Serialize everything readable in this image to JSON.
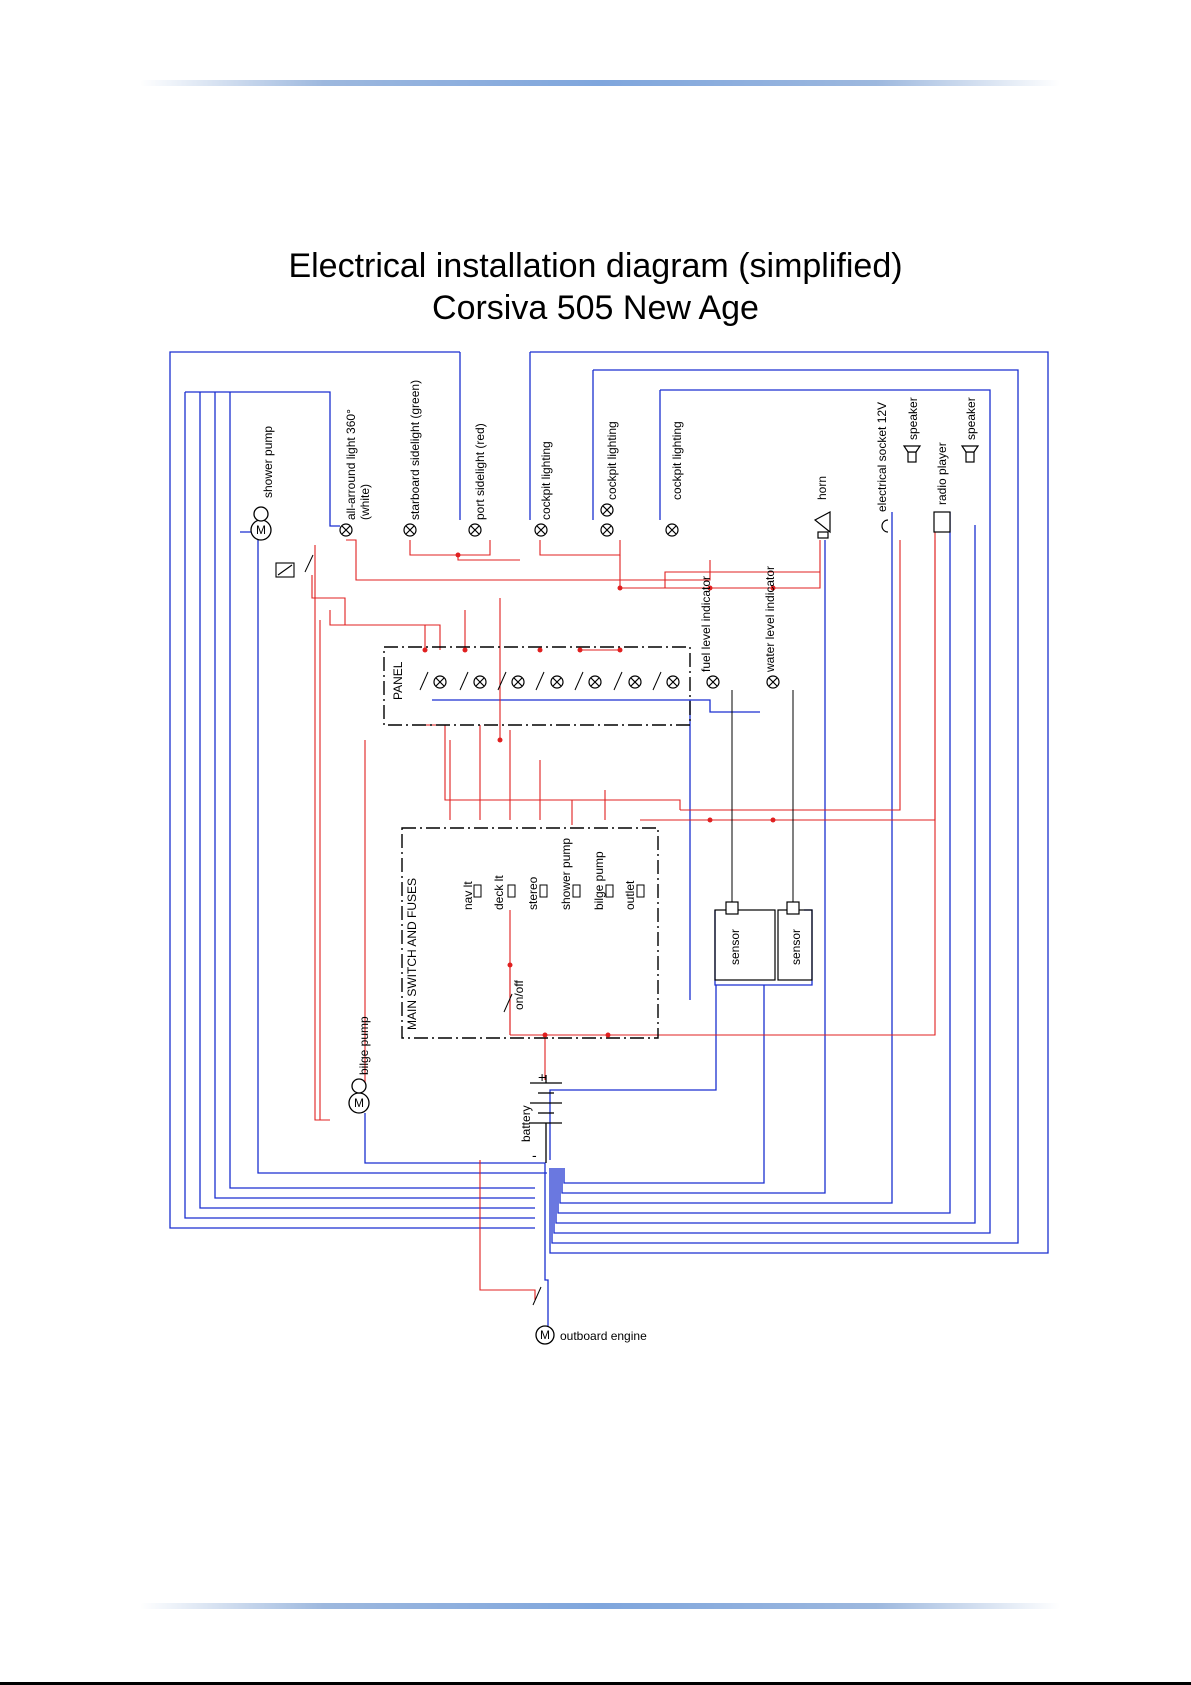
{
  "title": {
    "line1": "Electrical installation diagram (simplified)",
    "line2": "Corsiva 505 New Age"
  },
  "colors": {
    "positive": "#e02020",
    "negative": "#1a2fd0",
    "ground": "#2020c0",
    "neutral": "#000000",
    "frame": "#000000",
    "accent_rule": "#7fa6dd"
  },
  "components": {
    "all_round_light": "all-arround light 360°",
    "all_round_light_note": "(white)",
    "starboard_sidelight": "starboard sidelight (green)",
    "port_sidelight": "port sidelight (red)",
    "cockpit_lighting_1": "cockpit lighting",
    "cockpit_lighting_2": "cockpit lighting",
    "cockpit_lighting_3": "cockpit lighting",
    "horn": "horn",
    "electrical_socket": "electrical socket 12V",
    "speaker_left": "speaker",
    "radio_player": "radio player",
    "speaker_right": "speaker",
    "shower_pump": "shower pump",
    "panel": "PANEL",
    "fuel_level_indicator": "fuel level indicator",
    "water_level_indicator": "water level indicator",
    "main_switch_and_fuses": "MAIN SWITCH AND FUSES",
    "fuse_nav_lt": "nav lt",
    "fuse_deck_lt": "deck lt",
    "fuse_stereo": "stereo",
    "fuse_shower_pump": "shower pump",
    "fuse_bilge_pump": "bilge pump",
    "fuse_outlet": "outlet",
    "on_off": "on/off",
    "sensor_1": "sensor",
    "sensor_2": "sensor",
    "bilge_pump": "bilge pump",
    "battery": "battery",
    "battery_plus": "+",
    "battery_minus": "-",
    "motor_symbol": "M",
    "outboard_engine": "outboard engine"
  }
}
